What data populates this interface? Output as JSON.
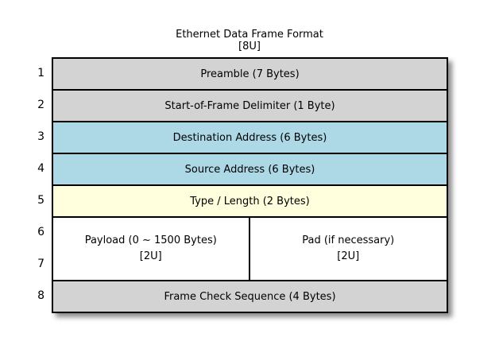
{
  "title": "Ethernet Data Frame Format",
  "subtitle": "[8U]",
  "row_numbers": [
    "1",
    "2",
    "3",
    "4",
    "5",
    "6",
    "7",
    "8"
  ],
  "rows": [
    {
      "number": "1",
      "label": "Preamble (7 Bytes)",
      "fill": "#d3d3d3"
    },
    {
      "number": "2",
      "label": "Start-of-Frame Delimiter (1 Byte)",
      "fill": "#d3d3d3"
    },
    {
      "number": "3",
      "label": "Destination Address (6 Bytes)",
      "fill": "#add8e6"
    },
    {
      "number": "4",
      "label": "Source Address (6 Bytes)",
      "fill": "#add8e6"
    },
    {
      "number": "5",
      "label": "Type / Length (2 Bytes)",
      "fill": "#ffffdd"
    },
    {
      "number": "6-7",
      "cells": [
        {
          "label": "Payload (0 ~ 1500 Bytes)",
          "sub": "[2U]",
          "fill": "#ffffff"
        },
        {
          "label": "Pad (if necessary)",
          "sub": "[2U]",
          "fill": "#ffffff"
        }
      ]
    },
    {
      "number": "8",
      "label": "Frame Check Sequence (4 Bytes)",
      "fill": "#d3d3d3"
    }
  ],
  "colors": {
    "gray": "#d3d3d3",
    "blue": "#add8e6",
    "yellow": "#ffffdd",
    "white": "#ffffff",
    "border": "#000000",
    "background": "#ffffff"
  }
}
